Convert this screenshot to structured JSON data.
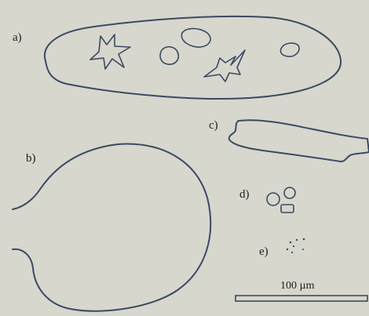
{
  "panels": {
    "a": "a)",
    "b": "b)",
    "c": "c)",
    "d": "d)",
    "e": "e)"
  },
  "scale_bar": {
    "label": "100 µm"
  },
  "colors": {
    "background": "#d7d7cd",
    "outline": "#3a4a62",
    "text": "#1e1e1e"
  }
}
